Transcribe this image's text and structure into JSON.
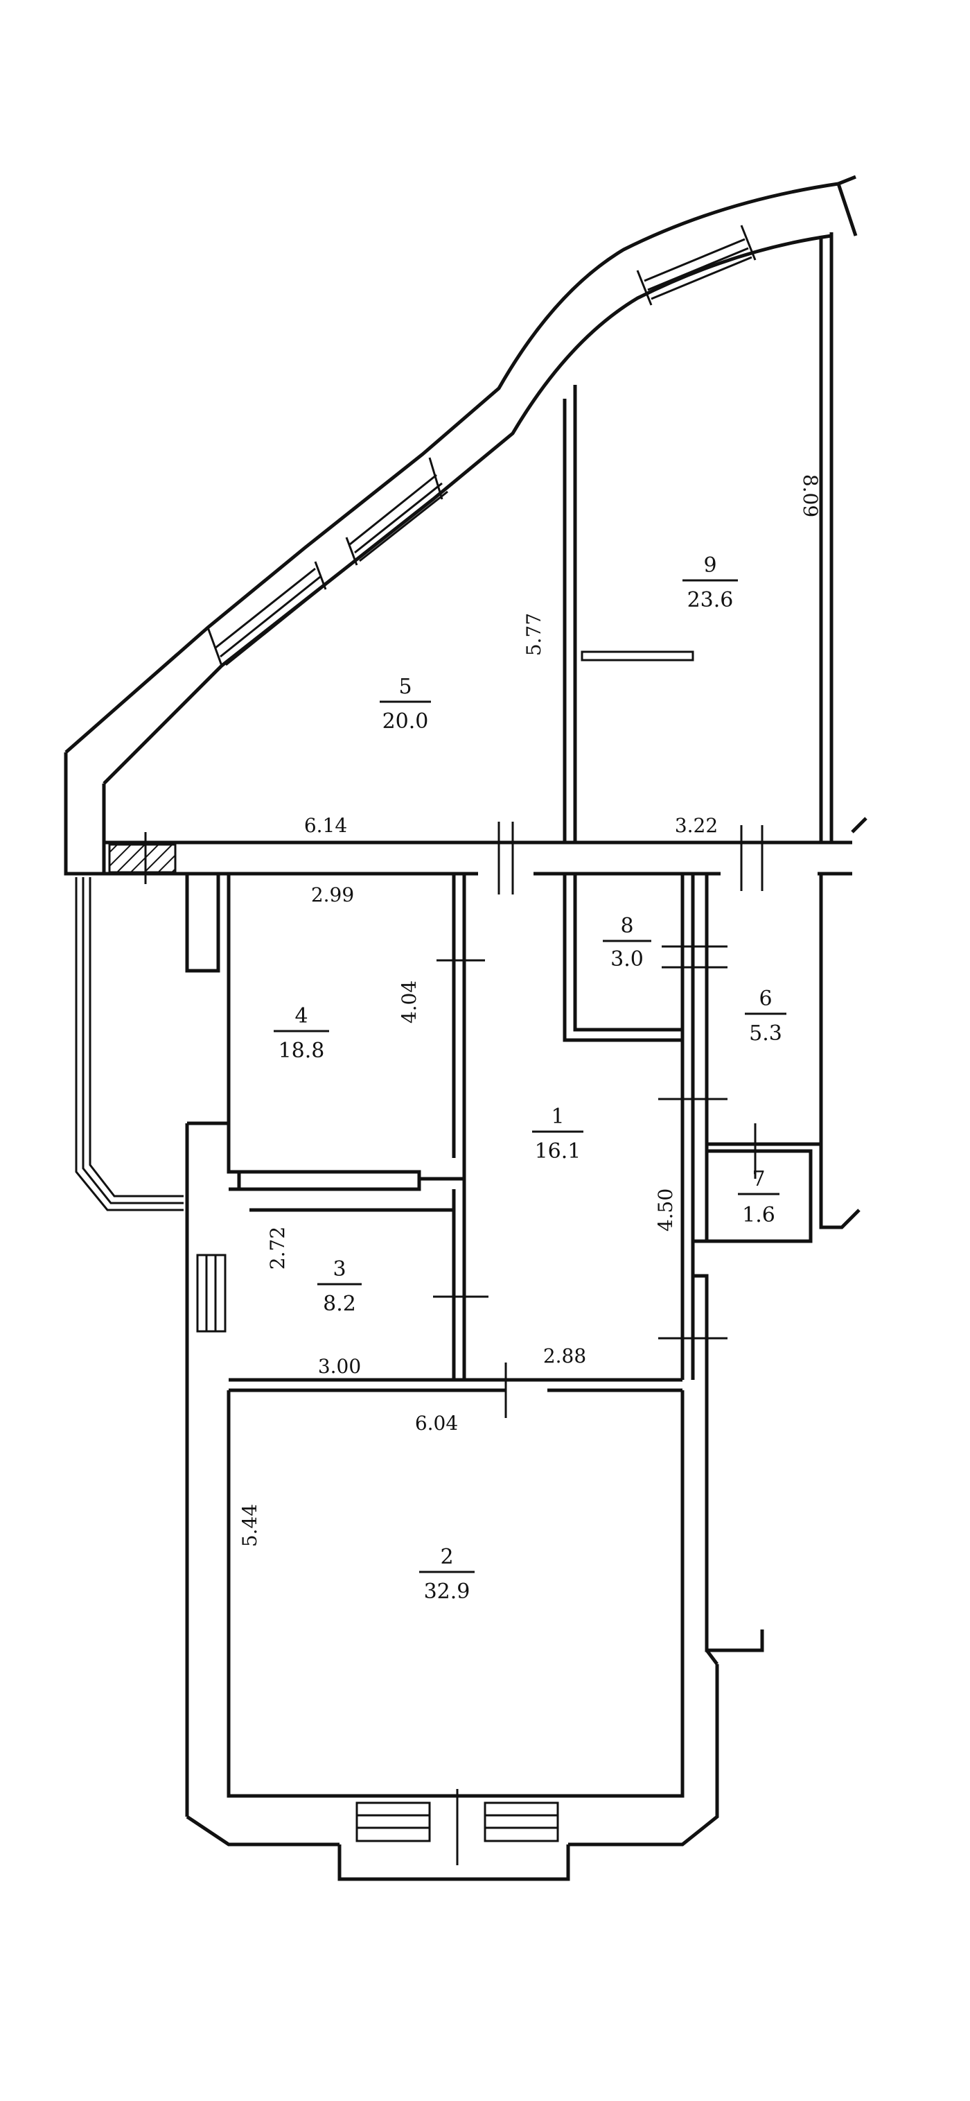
{
  "rooms": [
    {
      "number": "1",
      "area": "16.1"
    },
    {
      "number": "2",
      "area": "32.9"
    },
    {
      "number": "3",
      "area": "8.2"
    },
    {
      "number": "4",
      "area": "18.8"
    },
    {
      "number": "5",
      "area": "20.0"
    },
    {
      "number": "6",
      "area": "5.3"
    },
    {
      "number": "7",
      "area": "1.6"
    },
    {
      "number": "8",
      "area": "3.0"
    },
    {
      "number": "9",
      "area": "23.6"
    }
  ],
  "dimensions": {
    "d_614": "6.14",
    "d_322": "3.22",
    "d_577": "5.77",
    "d_809": "8.09",
    "d_299": "2.99",
    "d_404": "4.04",
    "d_272": "2.72",
    "d_300": "3.00",
    "d_288": "2.88",
    "d_450": "4.50",
    "d_604": "6.04",
    "d_544": "5.44"
  }
}
